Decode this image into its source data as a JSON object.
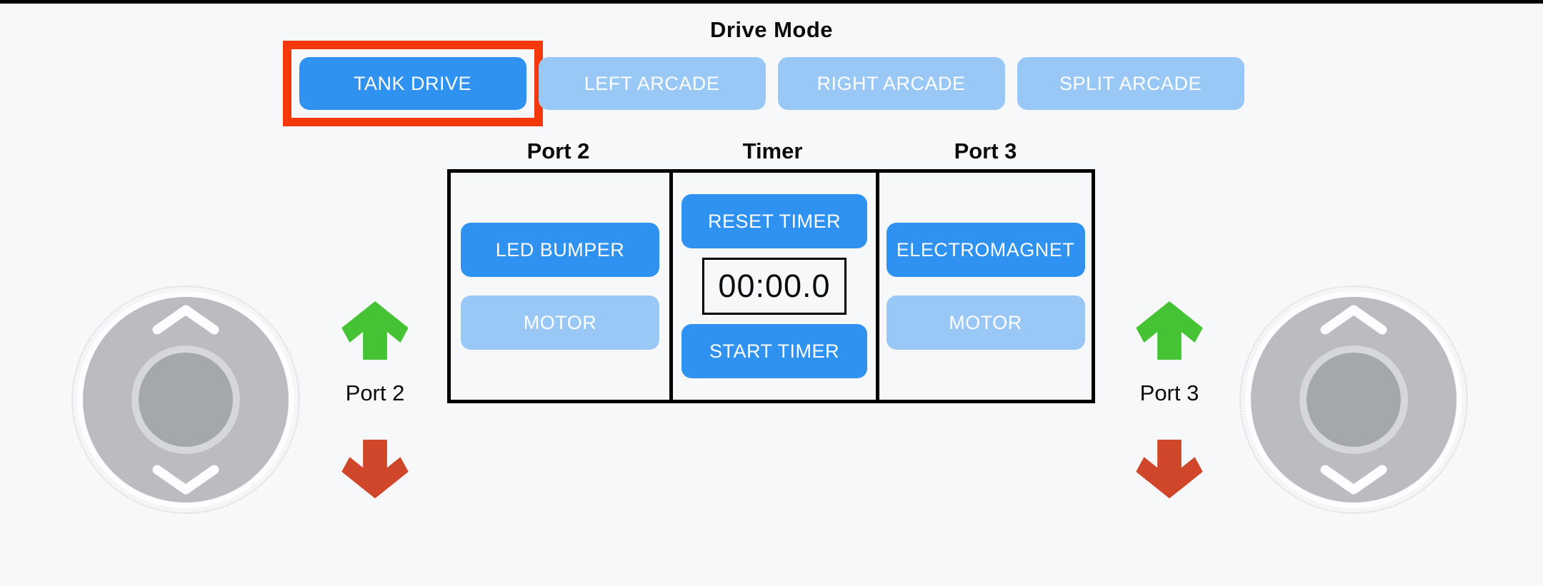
{
  "colors": {
    "accent_blue": "#2F91F0",
    "inactive_blue": "#9AC8F6",
    "selection_red": "#F5380C",
    "green_arrow": "#45C334",
    "red_arrow": "#D0462A",
    "page_bg": "#F7F8FA"
  },
  "drive_mode": {
    "title": "Drive Mode",
    "buttons": [
      {
        "label": "TANK DRIVE",
        "state": "selected"
      },
      {
        "label": "LEFT ARCADE",
        "state": "inactive"
      },
      {
        "label": "RIGHT ARCADE",
        "state": "inactive"
      },
      {
        "label": "SPLIT ARCADE",
        "state": "inactive"
      }
    ]
  },
  "panel": {
    "headers": [
      "Port 2",
      "Timer",
      "Port 3"
    ],
    "port2": {
      "buttons": [
        {
          "label": "LED BUMPER",
          "state": "active"
        },
        {
          "label": "MOTOR",
          "state": "inactive"
        }
      ]
    },
    "timer": {
      "reset_button": "RESET TIMER",
      "display_value": "00:00.0",
      "start_button": "START TIMER"
    },
    "port3": {
      "buttons": [
        {
          "label": "ELECTROMAGNET",
          "state": "active"
        },
        {
          "label": "MOTOR",
          "state": "inactive"
        }
      ]
    }
  },
  "joysticks": {
    "left": {
      "port_label": "Port 2"
    },
    "right": {
      "port_label": "Port 3"
    }
  }
}
